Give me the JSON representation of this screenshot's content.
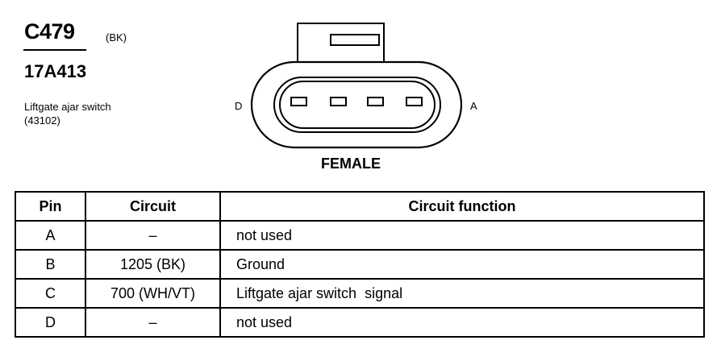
{
  "connector": {
    "id": "C479",
    "color_code": "(BK)",
    "part_number": "17A413",
    "description_line1": "Liftgate ajar switch",
    "description_line2": "(43102)"
  },
  "diagram": {
    "left_pin_label": "D",
    "right_pin_label": "A",
    "gender": "FEMALE",
    "terminal_count": 4
  },
  "table": {
    "headers": {
      "pin": "Pin",
      "circuit": "Circuit",
      "function": "Circuit function"
    },
    "rows": [
      {
        "pin": "A",
        "circuit": "–",
        "function": "not used"
      },
      {
        "pin": "B",
        "circuit": "1205 (BK)",
        "function": "Ground"
      },
      {
        "pin": "C",
        "circuit": "700 (WH/VT)",
        "function": "Liftgate ajar switch  signal"
      },
      {
        "pin": "D",
        "circuit": "–",
        "function": "not used"
      }
    ]
  }
}
